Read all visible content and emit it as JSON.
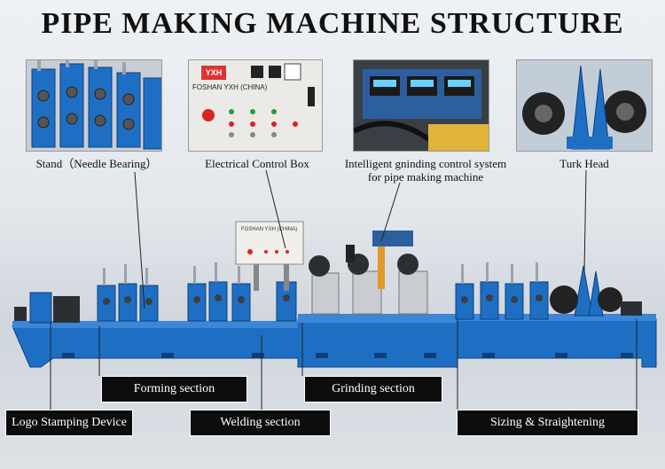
{
  "title": "PIPE MAKING MACHINE STRUCTURE",
  "photos": {
    "stand": {
      "caption": "Stand（Needle Bearing）"
    },
    "control_box": {
      "caption": "Electrical Control Box",
      "brand_logo": "YXH",
      "brand_text": "FOSHAN YXH (CHINA)"
    },
    "grinding": {
      "caption_line1": "Intelligent gninding control system",
      "caption_line2": "for pipe making machine"
    },
    "turk_head": {
      "caption": "Turk Head"
    }
  },
  "machine_panel": {
    "brand_text": "FOSHAN YXH (CHINA)"
  },
  "labels": {
    "forming": "Forming section",
    "grinding": "Grinding section",
    "logo": "Logo Stamping Device",
    "welding": "Welding section",
    "sizing": "Sizing & Straightening"
  },
  "colors": {
    "machine_blue": "#1e6fc4",
    "label_bg": "#0d0d0d"
  }
}
